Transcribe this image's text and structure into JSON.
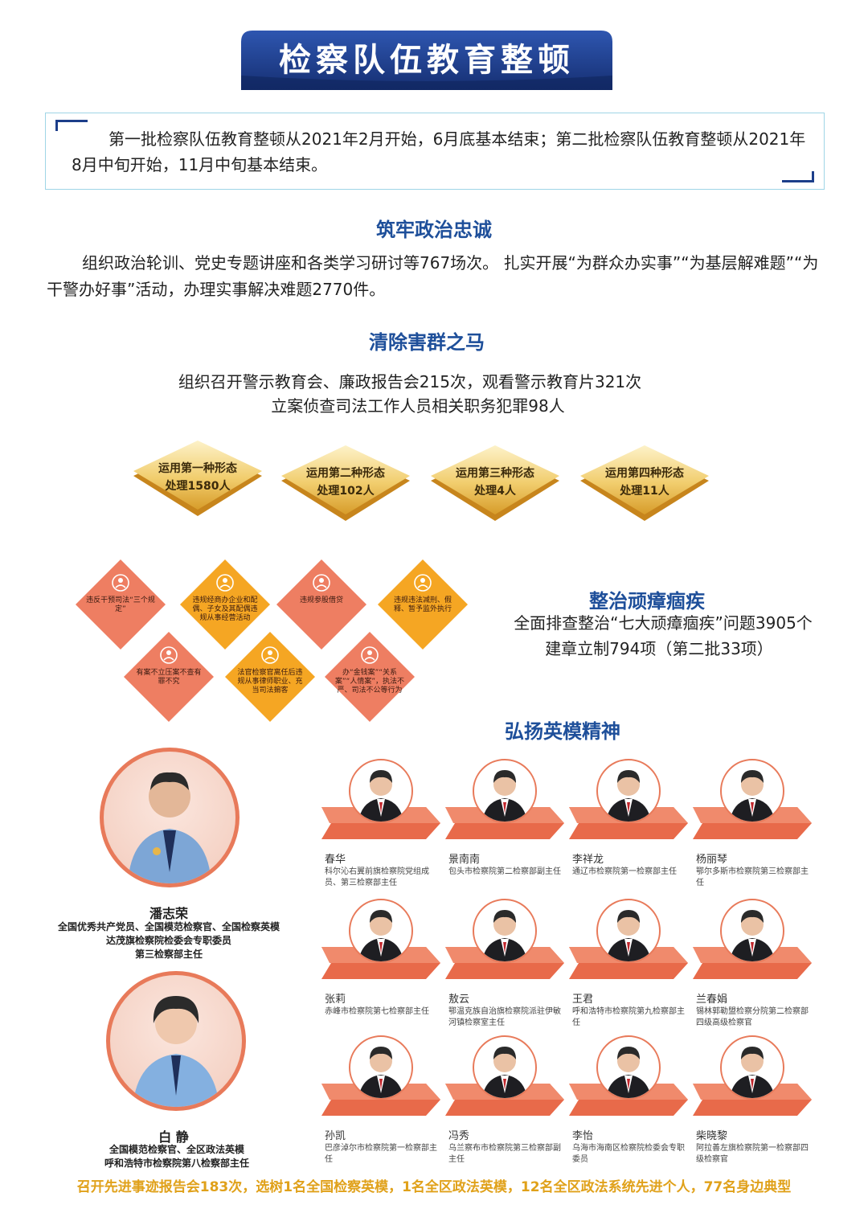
{
  "title": "检察队伍教育整顿",
  "intro": "第一批检察队伍教育整顿从2021年2月开始，6月底基本结束；第二批检察队伍教育整顿从2021年8月中旬开始，11月中旬基本结束。",
  "section1": {
    "title": "筑牢政治忠诚",
    "text": "组织政治轮训、党史专题讲座和各类学习研讨等767场次。 扎实开展“为群众办实事”“为基层解难题”“为干警办好事”活动，办理实事解决难题2770件。"
  },
  "section2": {
    "title": "清除害群之马",
    "line1": "组织召开警示教育会、廉政报告会215次，观看警示教育片321次",
    "line2": "立案侦查司法工作人员相关职务犯罪98人",
    "tiles": [
      {
        "line1": "运用第一种形态",
        "line2": "处理1580人"
      },
      {
        "line1": "运用第二种形态",
        "line2": "处理102人"
      },
      {
        "line1": "运用第三种形态",
        "line2": "处理4人"
      },
      {
        "line1": "运用第四种形态",
        "line2": "处理11人"
      }
    ]
  },
  "section3": {
    "title": "整治顽瘴痼疾",
    "line1": "全面排查整治“七大顽瘴痼疾”问题3905个",
    "line2": "建章立制794项（第二批33项）",
    "diamonds": [
      {
        "label": "违反干预司法“三个规定”",
        "color": "#ee7e62",
        "icon": "people-network-icon"
      },
      {
        "label": "违规经商办企业和配偶、子女及其配偶违规从事经营活动",
        "color": "#f5a623",
        "icon": "building-grid-icon"
      },
      {
        "label": "违规参股借贷",
        "color": "#ee7e62",
        "icon": "money-screen-icon"
      },
      {
        "label": "违规违法减刑、假释、暂予监外执行",
        "color": "#f5a623",
        "icon": "person-gear-icon"
      },
      {
        "label": "有案不立压案不查有罪不究",
        "color": "#ee7e62",
        "icon": "document-icon"
      },
      {
        "label": "法官检察官离任后违规从事律师职业、充当司法掮客",
        "color": "#f5a623",
        "icon": "person-podium-icon"
      },
      {
        "label": "办“金钱案”“关系案”“人情案”，执法不严、司法不公等行为",
        "color": "#ee7e62",
        "icon": "pen-icon"
      }
    ]
  },
  "section4": {
    "title": "弘扬英模精神",
    "heroes": [
      {
        "name": "潘志荣",
        "desc1": "全国优秀共产党员、全国模范检察官、全国检察英模",
        "desc2": "达茂旗检察院检委会专职委员",
        "desc3": "第三检察部主任"
      },
      {
        "name": "白  静",
        "desc1": "全国模范检察官、全区政法英模",
        "desc2": "呼和浩特市检察院第八检察部主任",
        "desc3": ""
      }
    ],
    "models": [
      {
        "name": "春华",
        "desc": "科尔沁右翼前旗检察院党组成员、第三检察部主任"
      },
      {
        "name": "景南南",
        "desc": "包头市检察院第二检察部副主任"
      },
      {
        "name": "李祥龙",
        "desc": "通辽市检察院第一检察部主任"
      },
      {
        "name": "杨丽琴",
        "desc": "鄂尔多斯市检察院第三检察部主任"
      },
      {
        "name": "张莉",
        "desc": "赤峰市检察院第七检察部主任"
      },
      {
        "name": "敖云",
        "desc": "鄂温克族自治旗检察院派驻伊敏河镇检察室主任"
      },
      {
        "name": "王君",
        "desc": "呼和浩特市检察院第九检察部主任"
      },
      {
        "name": "兰春娟",
        "desc": "锡林郭勒盟检察分院第二检察部四级高级检察官"
      },
      {
        "name": "孙凯",
        "desc": "巴彦淖尔市检察院第一检察部主任"
      },
      {
        "name": "冯秀",
        "desc": "乌兰察布市检察院第三检察部副主任"
      },
      {
        "name": "李怡",
        "desc": "乌海市海南区检察院检委会专职委员"
      },
      {
        "name": "柴晓黎",
        "desc": "阿拉善左旗检察院第一检察部四级检察官"
      }
    ]
  },
  "footer": "召开先进事迹报告会183次，选树1名全国检察英模，1名全区政法英模，12名全区政法系统先进个人，77名身边典型",
  "colors": {
    "navy": "#1c3e8a",
    "section_title": "#1e4f9a",
    "coral": "#ee7e62",
    "orange": "#f5a623",
    "gold": "#e9b949",
    "footer": "#e0a11a"
  }
}
